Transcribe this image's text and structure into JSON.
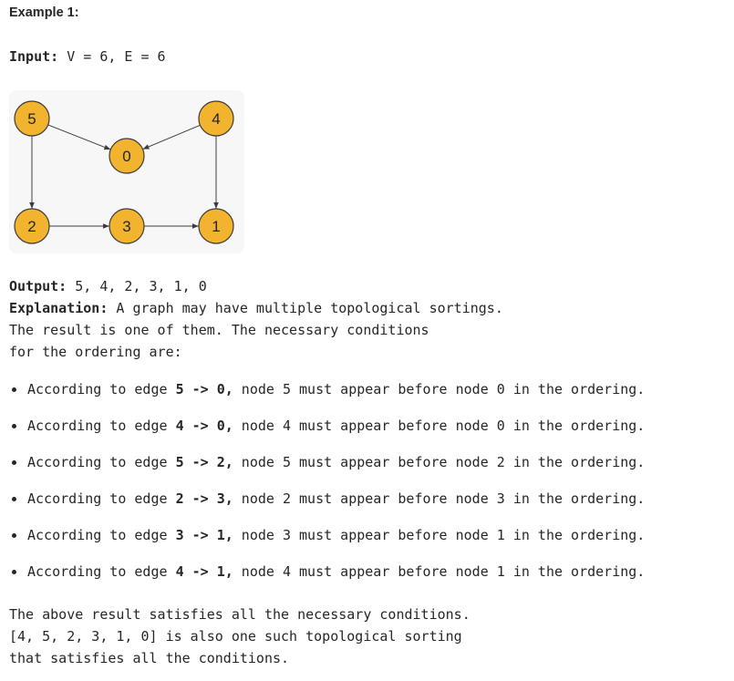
{
  "heading": "Example 1:",
  "input": {
    "label": "Input:",
    "value": " V = 6, E = 6"
  },
  "graph": {
    "nodes": [
      {
        "id": "5",
        "label": "5"
      },
      {
        "id": "4",
        "label": "4"
      },
      {
        "id": "0",
        "label": "0"
      },
      {
        "id": "2",
        "label": "2"
      },
      {
        "id": "3",
        "label": "3"
      },
      {
        "id": "1",
        "label": "1"
      }
    ],
    "edges": [
      {
        "from": "5",
        "to": "0"
      },
      {
        "from": "4",
        "to": "0"
      },
      {
        "from": "5",
        "to": "2"
      },
      {
        "from": "2",
        "to": "3"
      },
      {
        "from": "3",
        "to": "1"
      },
      {
        "from": "4",
        "to": "1"
      }
    ],
    "colors": {
      "node_fill": "#f2b32f",
      "node_stroke": "#3c3c3c",
      "panel_background": "#f7f7f8"
    }
  },
  "output": {
    "label": "Output:",
    "value": " 5, 4, 2, 3, 1, 0"
  },
  "explanation": {
    "label": "Explanation:",
    "line1": " A graph may have multiple topological sortings.",
    "line2": "The result is one of them. The necessary conditions",
    "line3": "for the ordering are:"
  },
  "conditions": [
    {
      "prefix": "According to edge ",
      "edge": "5 -> 0,",
      "suffix": " node 5 must appear before node 0 in the ordering."
    },
    {
      "prefix": "According to edge ",
      "edge": "4 -> 0,",
      "suffix": " node 4 must appear before node 0 in the ordering."
    },
    {
      "prefix": "According to edge ",
      "edge": "5 -> 2,",
      "suffix": " node 5 must appear before node 2 in the ordering."
    },
    {
      "prefix": "According to edge ",
      "edge": "2 -> 3,",
      "suffix": " node 2 must appear before node 3 in the ordering."
    },
    {
      "prefix": "According to edge ",
      "edge": "3 -> 1,",
      "suffix": " node 3 must appear before node 1 in the ordering."
    },
    {
      "prefix": "According to edge ",
      "edge": "4 -> 1,",
      "suffix": " node 4 must appear before node 1 in the ordering."
    }
  ],
  "conclusion": {
    "line1": "The above result satisfies all the necessary conditions.",
    "line2": "[4, 5, 2, 3, 1, 0] is also one such topological sorting",
    "line3": "that satisfies all the conditions."
  }
}
